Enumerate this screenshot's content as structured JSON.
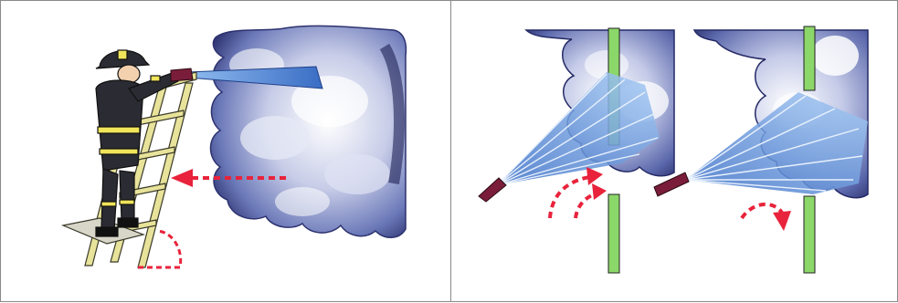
{
  "figure": {
    "panels": [
      {
        "id": "left",
        "scene": "firefighter-on-ladder-spraying-smoke-window"
      },
      {
        "id": "right",
        "scene": "two-nozzle-spray-patterns-at-window"
      }
    ],
    "colors": {
      "smoke": "#6a78b8",
      "water": "#6fa6e0",
      "frame_green": "#8cd76a",
      "arrow_red": "#e8233b",
      "ladder": "#e8e39a",
      "coat": "#2b2b33",
      "reflective": "#f0e45a",
      "nozzle": "#7a1d3a"
    },
    "icons": [
      "firefighter-icon",
      "ladder-icon",
      "nozzle-icon",
      "window-frame-icon",
      "smoke-cloud-icon",
      "dashed-arrow-icon",
      "rotation-arrow-icon"
    ]
  }
}
